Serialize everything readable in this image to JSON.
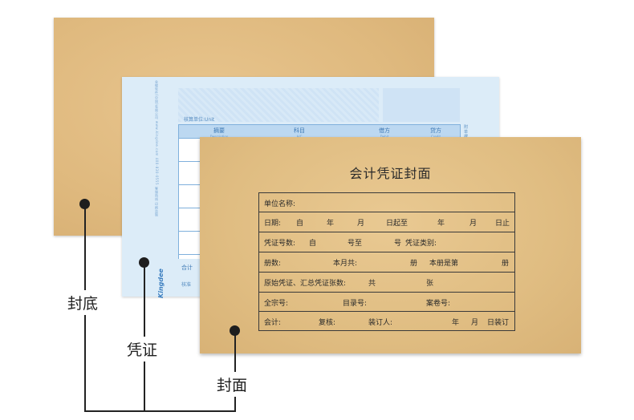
{
  "front_cover": {
    "title": "会计凭证封面",
    "rows": [
      [
        "单位名称:"
      ],
      [
        "日期:",
        "自",
        "年",
        "月",
        "日起至",
        "年",
        "月",
        "日止"
      ],
      [
        "凭证号数:",
        "自",
        "号至",
        "号",
        "凭证类别:"
      ],
      [
        "册数:",
        "本月共:",
        "册",
        "本册是第",
        "册"
      ],
      [
        "原始凭证、汇总凭证张数:",
        "共",
        "张"
      ],
      [
        "全宗号:",
        "目录号:",
        "案卷号:"
      ],
      [
        "会计:",
        "复核:",
        "装订人:",
        "年",
        "月",
        "日装订"
      ]
    ]
  },
  "voucher": {
    "unit_label": "核算单位:Unit",
    "header_cells": [
      {
        "label": "摘要",
        "sub": "Description"
      },
      {
        "label": "科目",
        "sub": "A/C"
      },
      {
        "label": "借方",
        "sub": "Debit"
      },
      {
        "label": "贷方",
        "sub": "Credit"
      }
    ],
    "footer_1": "合计",
    "footer_2": "核准",
    "brand": "Kingdee",
    "side_right": "附单据",
    "vertical_text": "金蝶软件(中国)有限公司 www.kingdee.com 400-830-0555 客服热线 印刷监制"
  },
  "callouts": {
    "back": "封底",
    "voucher": "凭证",
    "front": "封面"
  },
  "colors": {
    "kraft": "#dfb97e",
    "voucher_blue": "#dcecf8",
    "accent_blue": "#3d7fc0",
    "ink": "#1e1e1e"
  }
}
